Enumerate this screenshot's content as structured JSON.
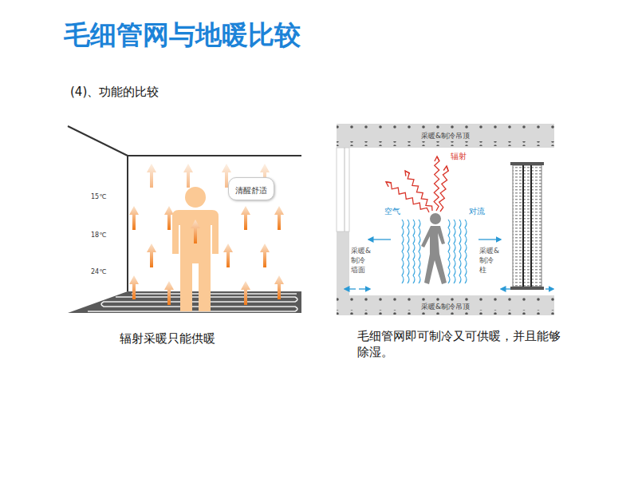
{
  "diagram": {
    "title": "毛细管网与地暖比较",
    "nodes": [
      {
        "text": [
          "清醒舒适"
        ]
      },
      {
        "text": [
          "采暖&制冷吊顶"
        ]
      },
      {
        "text": [
          "采暖&制冷吊顶"
        ]
      }
    ],
    "labels": [
      "(4)、功能的比较",
      "15℃",
      "18℃",
      "24℃",
      "辐射",
      "空气",
      "对流",
      "采暖&制冷墙面",
      "采暖&制冷柱",
      "辐射采暖只能供暖",
      "毛细管网即可制冷又可供暖，并且能够除湿。"
    ]
  }
}
